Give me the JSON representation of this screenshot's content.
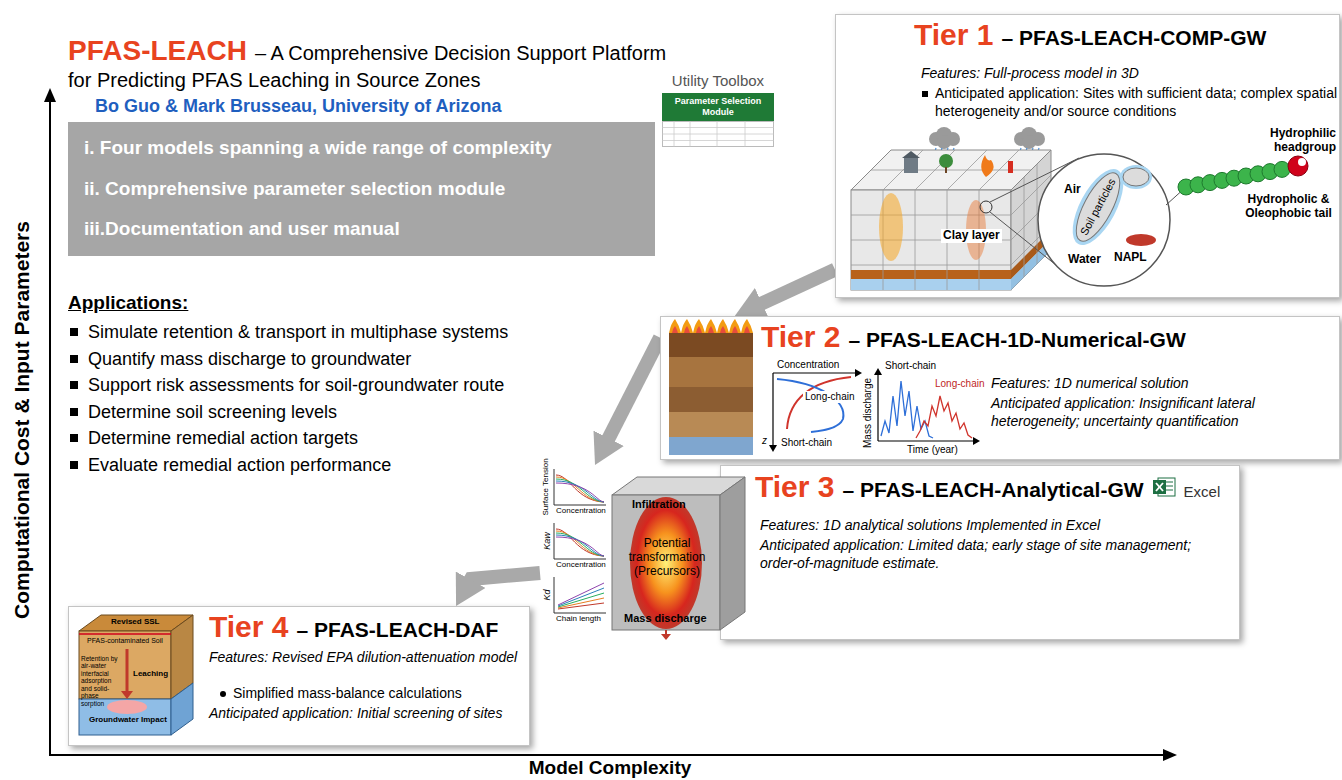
{
  "diagram": {
    "title": "PFAS-LEACH",
    "nodes": [
      {
        "text": [
          "i. Four models spanning a wide range of complexity",
          "ii. Comprehensive parameter selection module",
          "iii.Documentation and user manual"
        ]
      },
      {
        "text": [
          "Utility Toolbox",
          "Parameter Selection Module"
        ]
      },
      {
        "text": [
          "Tier 1",
          "– PFAS-LEACH-COMP-GW",
          "Features: Full-process model in 3D",
          "Anticipated application: Sites with sufficient data; complex spatial heterogeneity and/or source conditions"
        ]
      },
      {
        "text": [
          "Tier 2",
          "– PFAS-LEACH-1D-Numerical-GW",
          "Features: 1D numerical solution",
          "Anticipated application: Insignificant lateral heterogeneity; uncertainty quantification"
        ]
      },
      {
        "text": [
          "Tier 3",
          "– PFAS-LEACH-Analytical-GW",
          "Excel",
          "Features: 1D analytical solutions Implemented in Excel",
          "Anticipated application: Limited data; early stage of site management; order-of-magnitude estimate."
        ]
      },
      {
        "text": [
          "Tier 4",
          "– PFAS-LEACH-DAF",
          "Features: Revised EPA dilution-attenuation model",
          "Simplified mass-balance calculations",
          "Anticipated application: Initial screening of sites"
        ]
      }
    ],
    "edges": [
      {
        "from": 2,
        "to": 3,
        "arrow": "to"
      },
      {
        "from": 3,
        "to": 4,
        "arrow": "to"
      },
      {
        "from": 4,
        "to": 5,
        "arrow": "to"
      }
    ],
    "labels": [
      "– A Comprehensive Decision Support Platform for Predicting PFAS Leaching in Source Zones",
      "Bo Guo & Mark Brusseau, University of Arizona",
      "Applications:",
      "Simulate retention & transport in multiphase systems",
      "Quantify mass discharge to groundwater",
      "Support risk assessments for soil-groundwater route",
      "Determine soil screening levels",
      "Determine remedial action targets",
      "Evaluate remedial action performance",
      "Computational Cost & Input Parameters",
      "Model Complexity",
      "Air",
      "Soil particles",
      "Water",
      "NAPL",
      "Clay layer",
      "Hydrophilic headgroup",
      "Hydropholic & Oleophobic tail",
      "Concentration",
      "Long-chain",
      "Short-chain",
      "z",
      "Short-chain",
      "Long-chain",
      "Mass discharge",
      "Time (year)",
      "Surface Tension",
      "Concentration",
      "Kaw",
      "Concentration",
      "Kd",
      "Chain length",
      "Infiltration",
      "Potential transformation (Precursors)",
      "Mass discharge",
      "Revised SSL",
      "PFAS-contaminated Soil",
      "Leaching",
      "Retention by air-water interfacial adsorption and solid-phase sorption",
      "Groundwater Impact"
    ]
  }
}
